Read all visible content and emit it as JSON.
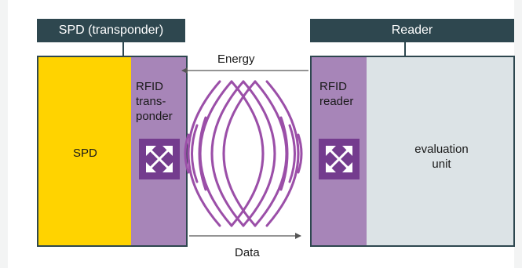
{
  "headers": {
    "left": "SPD (transponder)",
    "right": "Reader"
  },
  "left_box": {
    "main_label": "SPD",
    "band_label": "RFID transponder",
    "band_label_lines": [
      "RFID",
      "trans-",
      "ponder"
    ],
    "chip_icon": "arrows-expand-icon"
  },
  "right_box": {
    "band_label": "RFID reader",
    "band_label_lines": [
      "RFID",
      "reader"
    ],
    "main_label_lines": [
      "evaluation",
      "unit"
    ],
    "chip_icon": "arrows-expand-icon"
  },
  "flows": {
    "energy": "Energy",
    "data": "Data"
  },
  "colors": {
    "header_bg": "#2e474f",
    "spd_yellow": "#ffd300",
    "rfid_purple": "#a785b8",
    "chip_purple": "#743c8e",
    "wave_purple": "#9b4fa8",
    "reader_grey": "#dce3e6"
  }
}
